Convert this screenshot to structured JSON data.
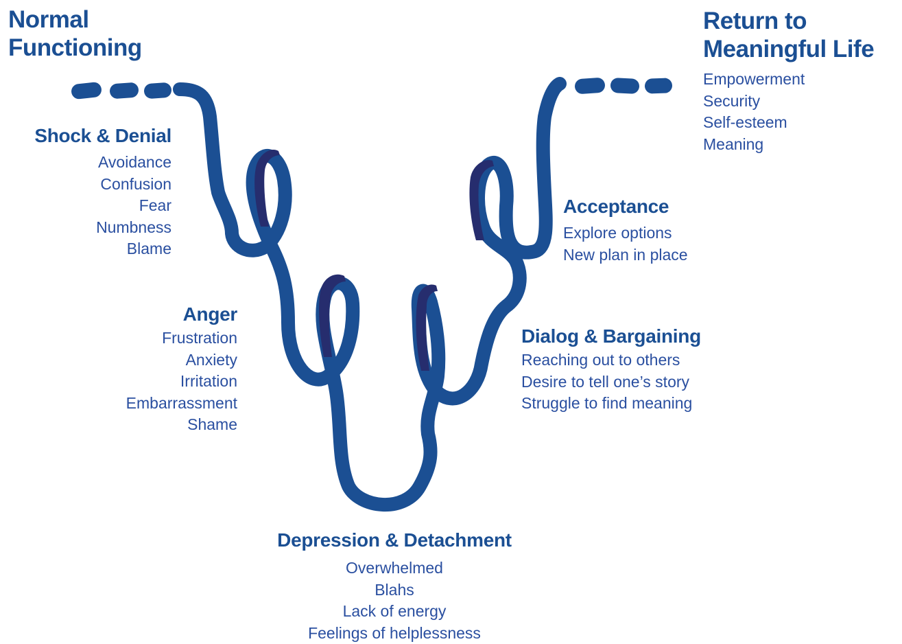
{
  "diagram": {
    "colors": {
      "ribbon": "#1b4f93",
      "ribbon_inner": "#262d6e",
      "text": "#2a4fa0"
    },
    "start": {
      "title_line1": "Normal",
      "title_line2": "Functioning"
    },
    "end": {
      "title_line1": "Return to",
      "title_line2": "Meaningful Life",
      "items": [
        "Empowerment",
        "Security",
        "Self-esteem",
        "Meaning"
      ]
    },
    "stages": {
      "shock": {
        "title": "Shock & Denial",
        "items": [
          "Avoidance",
          "Confusion",
          "Fear",
          "Numbness",
          "Blame"
        ]
      },
      "anger": {
        "title": "Anger",
        "items": [
          "Frustration",
          "Anxiety",
          "Irritation",
          "Embarrassment",
          "Shame"
        ]
      },
      "depression": {
        "title": "Depression & Detachment",
        "items": [
          "Overwhelmed",
          "Blahs",
          "Lack of energy",
          "Feelings of helplessness"
        ]
      },
      "dialog": {
        "title": "Dialog & Bargaining",
        "items": [
          "Reaching out to others",
          "Desire to tell one’s story",
          "Struggle to find meaning"
        ]
      },
      "acceptance": {
        "title": "Acceptance",
        "items": [
          "Explore options",
          "New plan in place"
        ]
      }
    }
  }
}
